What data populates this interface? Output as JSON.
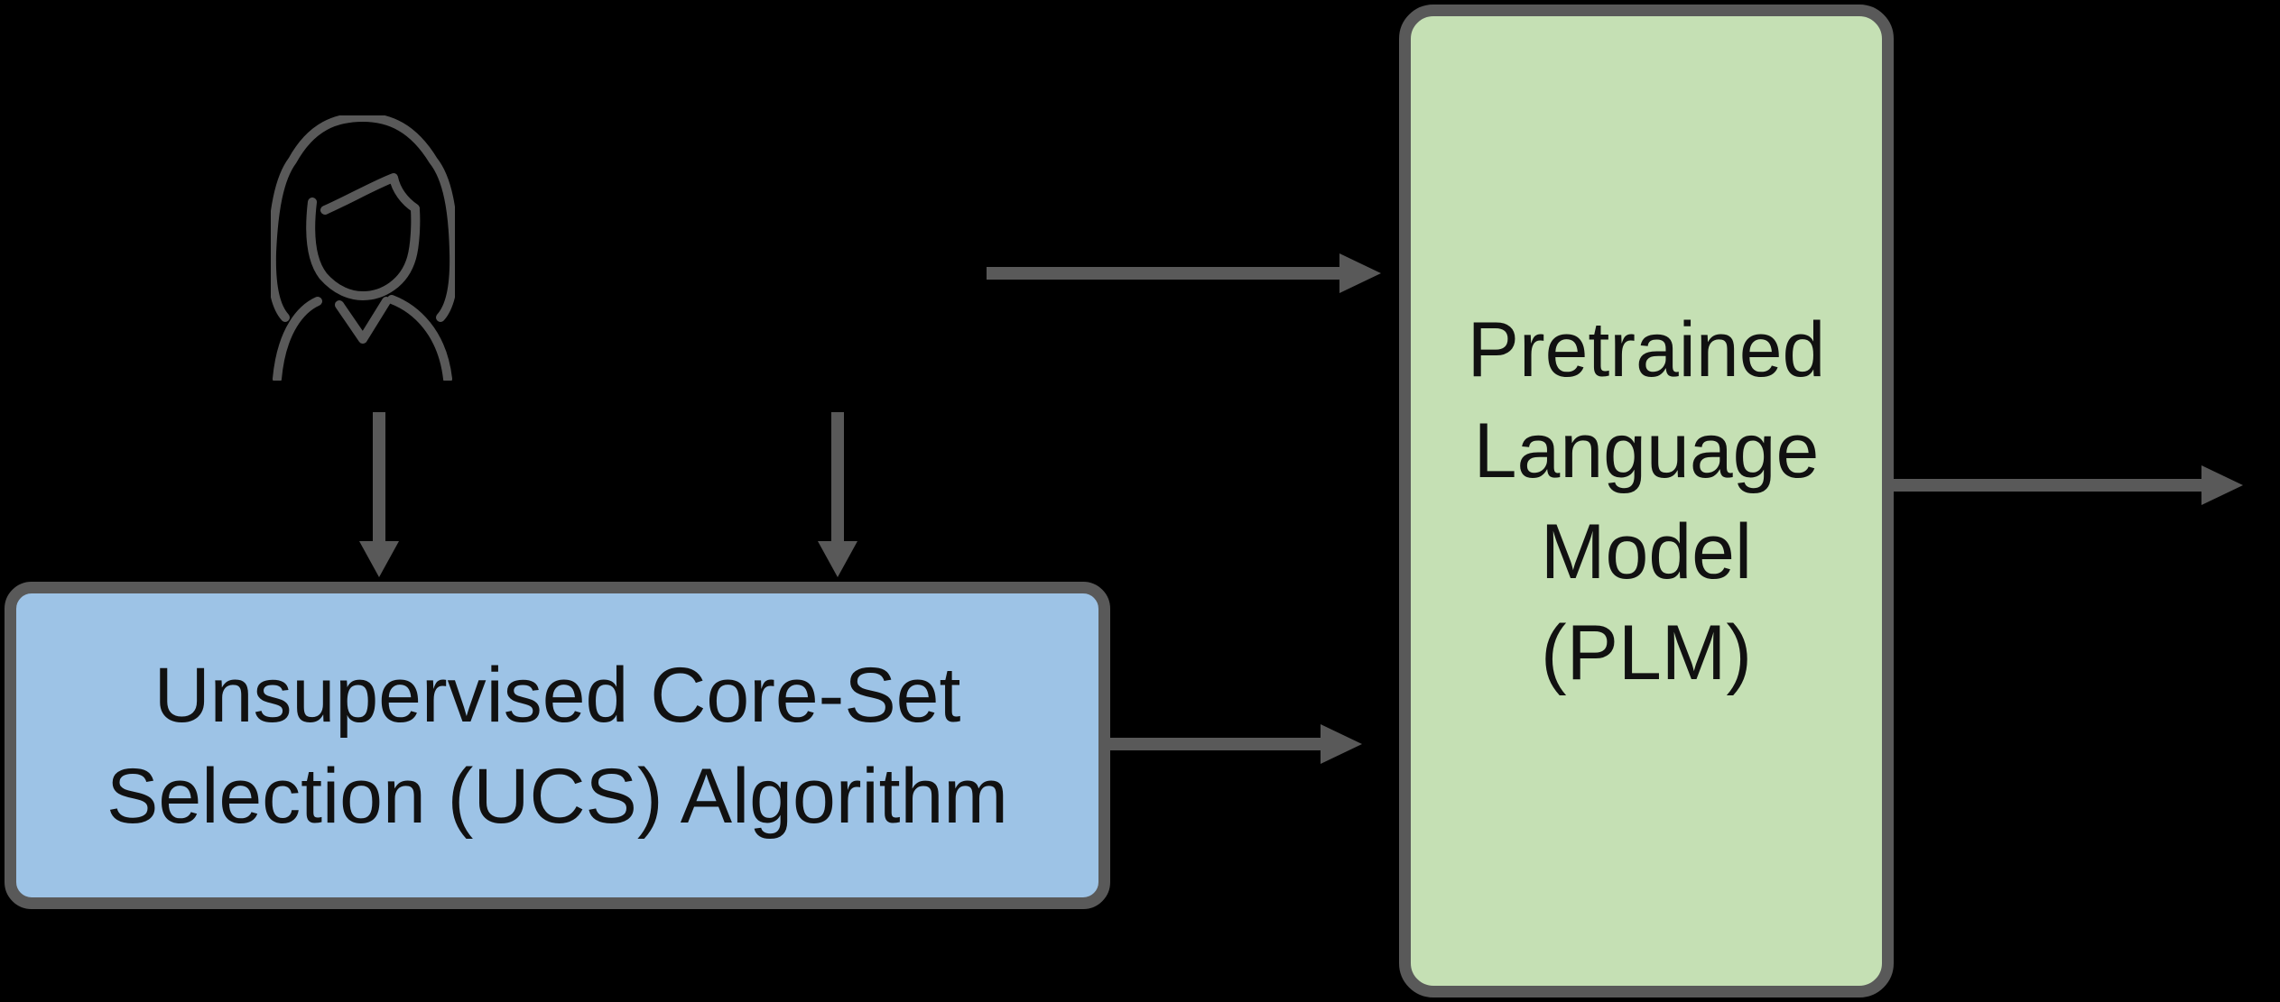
{
  "diagram": {
    "description": "Flow diagram: a user and data feed an Unsupervised Core-Set Selection algorithm, whose output feeds a Pretrained Language Model that produces an output."
  },
  "colors": {
    "background": "#000000",
    "ucs_fill": "#9DC3E6",
    "plm_fill": "#C5E0B4",
    "line_gray": "#595959",
    "text": "#111111"
  },
  "icons": {
    "person": "female-user-outline-icon"
  },
  "ucs_box": {
    "lines": [
      "Unsupervised Core-Set",
      "Selection (UCS) Algorithm"
    ]
  },
  "plm_box": {
    "lines": [
      "Pretrained",
      "Language",
      "Model",
      "(PLM)"
    ]
  },
  "arrows": [
    {
      "name": "person-to-ucs",
      "direction": "down"
    },
    {
      "name": "data-to-ucs",
      "direction": "down"
    },
    {
      "name": "input-to-plm",
      "direction": "right"
    },
    {
      "name": "ucs-to-plm",
      "direction": "right"
    },
    {
      "name": "plm-output",
      "direction": "right"
    }
  ]
}
